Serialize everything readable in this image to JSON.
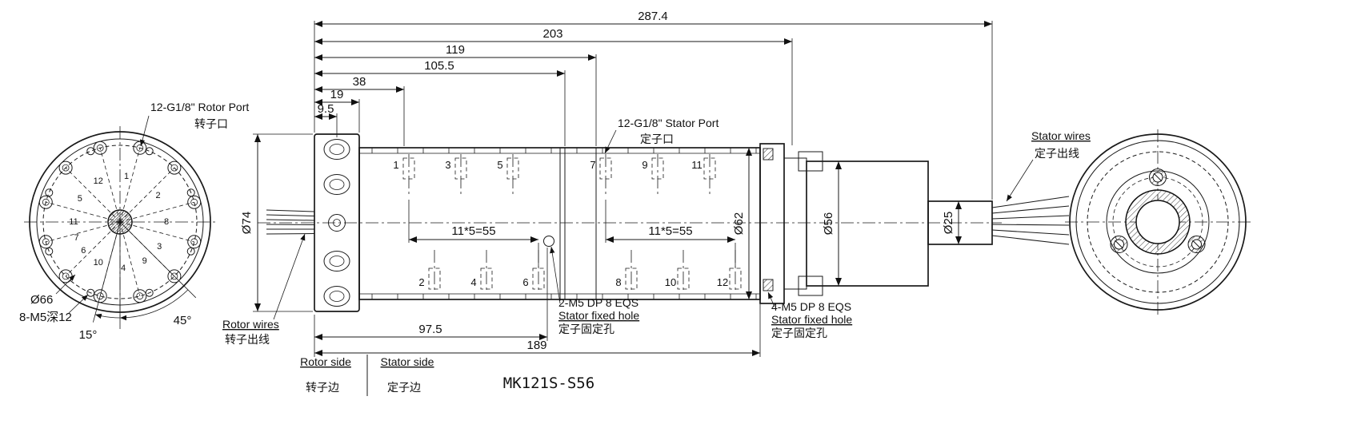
{
  "title": "MK121S-S56",
  "left_view": {
    "port_label_en": "12-G1/8\" Rotor Port",
    "port_label_zh": "转子口",
    "dia_bolt_circle": "Ø66",
    "tapped_holes": "8-M5深12",
    "angle_small": "15°",
    "angle_large": "45°",
    "ring_numbers": [
      "1",
      "2",
      "3",
      "4",
      "5",
      "6",
      "7",
      "8",
      "9",
      "10",
      "11",
      "12"
    ]
  },
  "side_view": {
    "dims_top": {
      "d287": "287.4",
      "d203": "203",
      "d119": "119",
      "d105": "105.5",
      "d38": "38",
      "d19": "19",
      "d9": "9.5"
    },
    "dims_dia": {
      "d74": "Ø74",
      "d62": "Ø62",
      "d56": "Ø56",
      "d25": "Ø25"
    },
    "dims_bottom": {
      "d97": "97.5",
      "d189": "189"
    },
    "pitch_left": "11*5=55",
    "pitch_right": "11*5=55",
    "channels_top": [
      "1",
      "3",
      "5",
      "7",
      "9",
      "11"
    ],
    "channels_bottom": [
      "2",
      "4",
      "6",
      "8",
      "10",
      "12"
    ],
    "stator_port_en": "12-G1/8\" Stator Port",
    "stator_port_zh": "定子口",
    "rotor_wires_en": "Rotor wires",
    "rotor_wires_zh": "转子出线",
    "fixed_hole_2": {
      "l1": "2-M5 DP 8 EQS",
      "l2": "Stator fixed hole",
      "l3": "定子固定孔"
    },
    "fixed_hole_4": {
      "l1": "4-M5 DP 8 EQS",
      "l2": "Stator fixed hole",
      "l3": "定子固定孔"
    },
    "rotor_side_en": "Rotor side",
    "rotor_side_zh": "转子边",
    "stator_side_en": "Stator side",
    "stator_side_zh": "定子边"
  },
  "right_view": {
    "stator_wires_en": "Stator wires",
    "stator_wires_zh": "定子出线"
  }
}
